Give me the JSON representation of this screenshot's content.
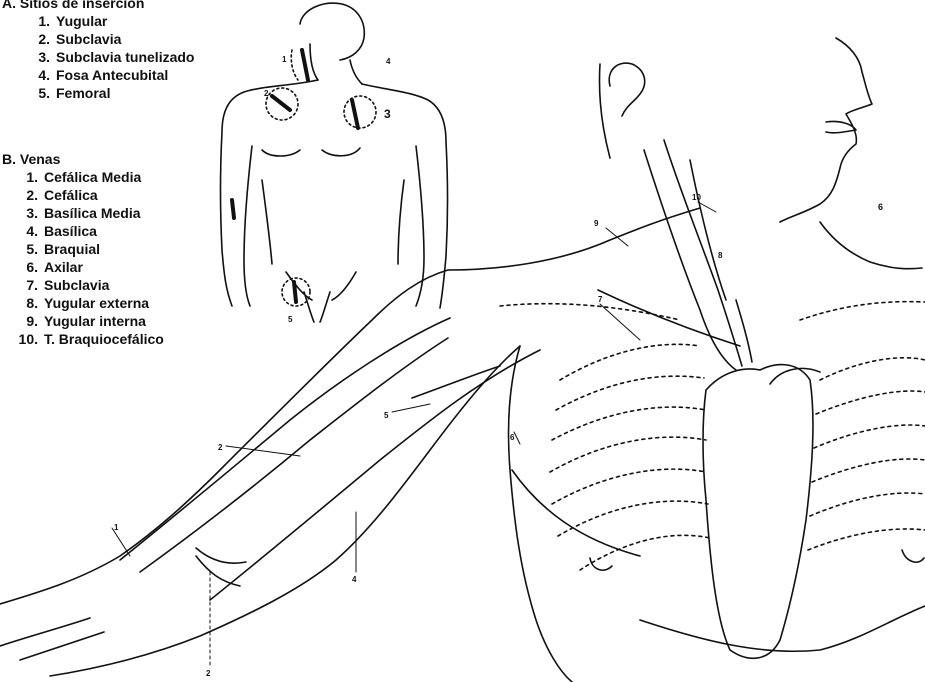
{
  "legend_a": {
    "title": "A.  Sitios de inserción",
    "items": [
      {
        "num": "1.",
        "label": "Yugular"
      },
      {
        "num": "2.",
        "label": "Subclavia"
      },
      {
        "num": "3.",
        "label": "Subclavia tunelizado"
      },
      {
        "num": "4.",
        "label": "Fosa Antecubital"
      },
      {
        "num": "5.",
        "label": "Femoral"
      }
    ]
  },
  "legend_b": {
    "title": "B.  Venas",
    "items": [
      {
        "num": "1.",
        "label": "Cefálica Media"
      },
      {
        "num": "2.",
        "label": "Cefálica"
      },
      {
        "num": "3.",
        "label": "Basílica Media"
      },
      {
        "num": "4.",
        "label": "Basílica"
      },
      {
        "num": "5.",
        "label": "Braquial"
      },
      {
        "num": "6.",
        "label": "Axilar"
      },
      {
        "num": "7.",
        "label": "Subclavia"
      },
      {
        "num": "8.",
        "label": "Yugular externa"
      },
      {
        "num": "9.",
        "label": "Yugular interna"
      },
      {
        "num": "10.",
        "label": "T. Braquiocefálico"
      }
    ]
  },
  "inset_labels": {
    "l1": "1",
    "l2": "2",
    "l3": "3",
    "l4": "4",
    "l5": "5"
  },
  "main_labels": {
    "l1": "1",
    "l2": "2",
    "l2b": "2",
    "l4": "4",
    "l5": "5",
    "l6": "6",
    "l7": "7",
    "l9": "9",
    "l10": "10",
    "l8": "8",
    "l6b": "6"
  },
  "colors": {
    "ink": "#111111",
    "paper": "#ffffff"
  }
}
